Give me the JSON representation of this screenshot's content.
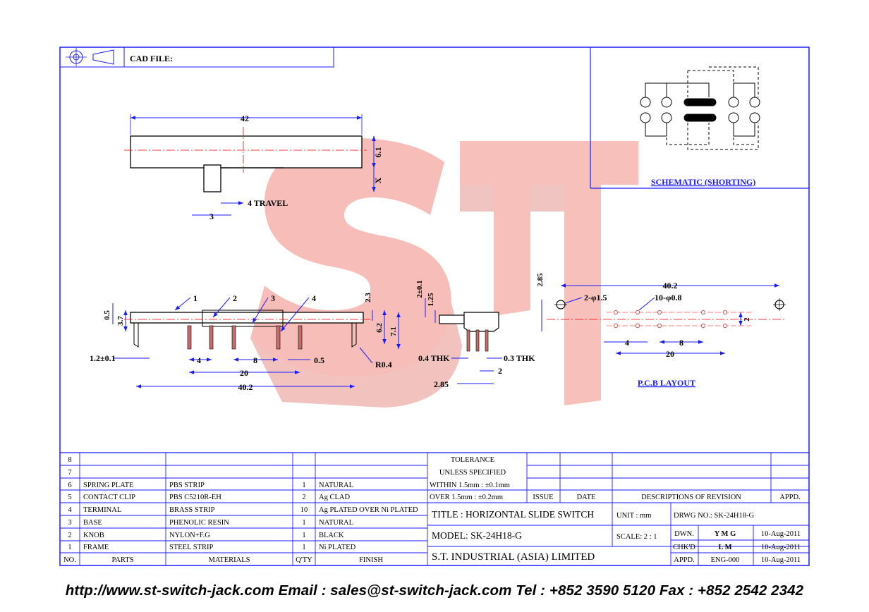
{
  "header": {
    "cad_file_label": "CAD FILE:"
  },
  "schematic": {
    "label": "SCHEMATIC (SHORTING)"
  },
  "watermark": {
    "text": "ST",
    "color": "#f4a7a0"
  },
  "colors": {
    "frame": "#1a1aff",
    "dim": "#1a1aff",
    "centerline": "#ff0000",
    "pin_fill": "#c86b6b"
  },
  "top_view": {
    "width_dim": "42",
    "height_dim": "6.1",
    "x_dim": "X",
    "travel": "4 TRAVEL",
    "knob_dim": "3"
  },
  "front_view": {
    "callouts": [
      "1",
      "2",
      "3",
      "4"
    ],
    "dims": {
      "d0_5_left": "0.5",
      "d3_7": "3.7",
      "d2_3": "2.3",
      "d6_2": "6.2",
      "d7_1": "7.1",
      "d1_2": "1.2±0.1",
      "d4": "4",
      "d8": "8",
      "d0_5": "0.5",
      "d20": "20",
      "d40_2": "40.2",
      "r0_4": "R0.4"
    }
  },
  "side_view": {
    "d2": "2±0.1",
    "d1_25": "1.25",
    "thk_04": "0.4 THK",
    "thk_03": "0.3 THK",
    "d2_85": "2.85",
    "d2_small": "2"
  },
  "pcb": {
    "label": "P.C.B LAYOUT",
    "d40_2": "40.2",
    "d2_85": "2.85",
    "hole_large": "2-φ1.5",
    "hole_small": "10-φ0.8",
    "d2": "2",
    "d4": "4",
    "d8": "8",
    "d20": "20"
  },
  "bom": {
    "headers": [
      "NO.",
      "PARTS",
      "MATERIALS",
      "Q'TY",
      "FINISH"
    ],
    "rows": [
      {
        "no": "8",
        "part": "",
        "material": "",
        "qty": "",
        "finish": ""
      },
      {
        "no": "7",
        "part": "",
        "material": "",
        "qty": "",
        "finish": ""
      },
      {
        "no": "6",
        "part": "SPRING PLATE",
        "material": "PBS STRIP",
        "qty": "1",
        "finish": "NATURAL"
      },
      {
        "no": "5",
        "part": "CONTACT CLIP",
        "material": "PBS C5210R-EH",
        "qty": "2",
        "finish": "Ag CLAD"
      },
      {
        "no": "4",
        "part": "TERMINAL",
        "material": "BRASS STRIP",
        "qty": "10",
        "finish": "Ag PLATED OVER Ni PLATED"
      },
      {
        "no": "3",
        "part": "BASE",
        "material": "PHENOLIC RESIN",
        "qty": "1",
        "finish": "NATURAL"
      },
      {
        "no": "2",
        "part": "KNOB",
        "material": "NYLON+F.G",
        "qty": "1",
        "finish": "BLACK"
      },
      {
        "no": "1",
        "part": "FRAME",
        "material": "STEEL STRIP",
        "qty": "1",
        "finish": "Ni PLATED"
      }
    ]
  },
  "tolerance": {
    "title": "TOLERANCE",
    "subtitle": "UNLESS  SPECIFIED",
    "within": "WITHIN 1.5mm : ±0.1mm",
    "over": "OVER 1.5mm : ±0.2mm"
  },
  "revision": {
    "issue": "ISSUE",
    "date": "DATE",
    "desc": "DESCRIPTIONS  OF  REVISION",
    "appd": "APPD."
  },
  "title_block": {
    "title": "TITLE :  HORIZONTAL  SLIDE  SWITCH",
    "unit": "UNIT :  mm",
    "drwg_no": "DRWG NO.:  SK-24H18-G",
    "model": "MODEL:  SK-24H18-G",
    "scale": "SCALE:  2 : 1",
    "company": "S.T.  INDUSTRIAL  (ASIA)  LIMITED",
    "dwn_label": "DWN.",
    "dwn_name": "Y M G",
    "dwn_date": "10-Aug-2011",
    "chk_label": "CHK'D",
    "chk_name": "L M",
    "chk_date": "10-Aug-2011",
    "appd_label": "APPD.",
    "appd_name": "ENG-000",
    "appd_date": "10-Aug-2011"
  },
  "footer": {
    "text": "http://www.st-switch-jack.com  Email : sales@st-switch-jack.com  Tel : +852 3590 5120  Fax : +852 2542 2342"
  }
}
